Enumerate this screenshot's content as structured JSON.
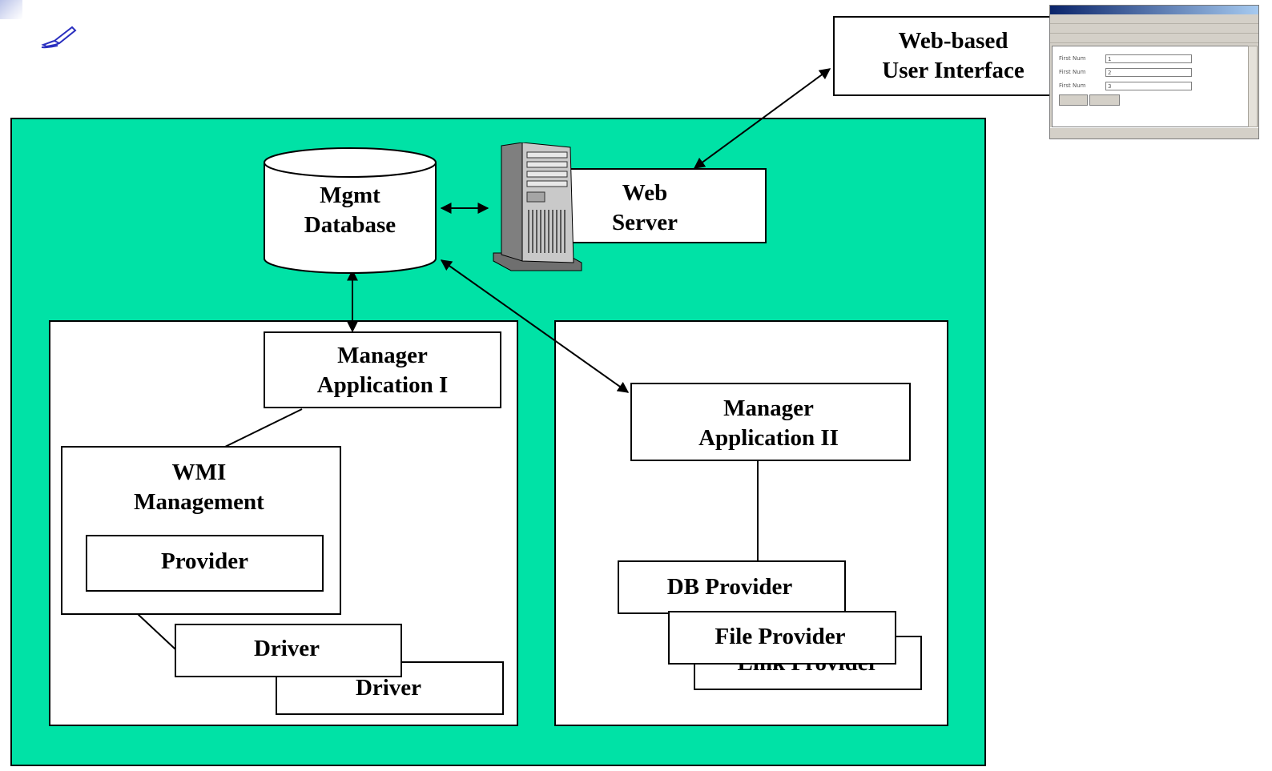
{
  "diagram": {
    "nodes": {
      "web_ui": "Web-based\nUser Interface",
      "web_server": "Web\nServer",
      "mgmt_db": "Mgmt\nDatabase",
      "manager_app_1": "Manager\nApplication I",
      "wmi_management": "WMI\nManagement",
      "provider": "Provider",
      "driver_1": "Driver",
      "driver_2": "Driver",
      "manager_app_2": "Manager\nApplication II",
      "db_provider": "DB Provider",
      "file_provider": "File Provider",
      "link_provider": "Link Provider"
    },
    "edges": [
      {
        "from": "web_ui",
        "to": "web_server",
        "type": "bidirectional-arrow"
      },
      {
        "from": "mgmt_db",
        "to": "web_server",
        "type": "bidirectional-arrow"
      },
      {
        "from": "mgmt_db",
        "to": "manager_app_1",
        "type": "bidirectional-arrow"
      },
      {
        "from": "mgmt_db",
        "to": "manager_app_2",
        "type": "bidirectional-arrow"
      },
      {
        "from": "manager_app_1",
        "to": "wmi_management",
        "type": "line"
      },
      {
        "from": "wmi_management",
        "to": "driver_1",
        "type": "line"
      },
      {
        "from": "manager_app_2",
        "to": "db_provider",
        "type": "line"
      }
    ],
    "colors": {
      "panel": "#00e2a6",
      "box": "#ffffff",
      "stroke": "#000000"
    },
    "icons": {
      "corner_icon": "pen-hand-icon",
      "server_icon": "server-tower-icon",
      "browser_thumbnail": "browser-window-screenshot"
    }
  },
  "thumbnail": {
    "form_rows": [
      {
        "label": "First Num",
        "value": "1"
      },
      {
        "label": "First Num",
        "value": "2"
      },
      {
        "label": "First Num",
        "value": "3"
      }
    ]
  }
}
